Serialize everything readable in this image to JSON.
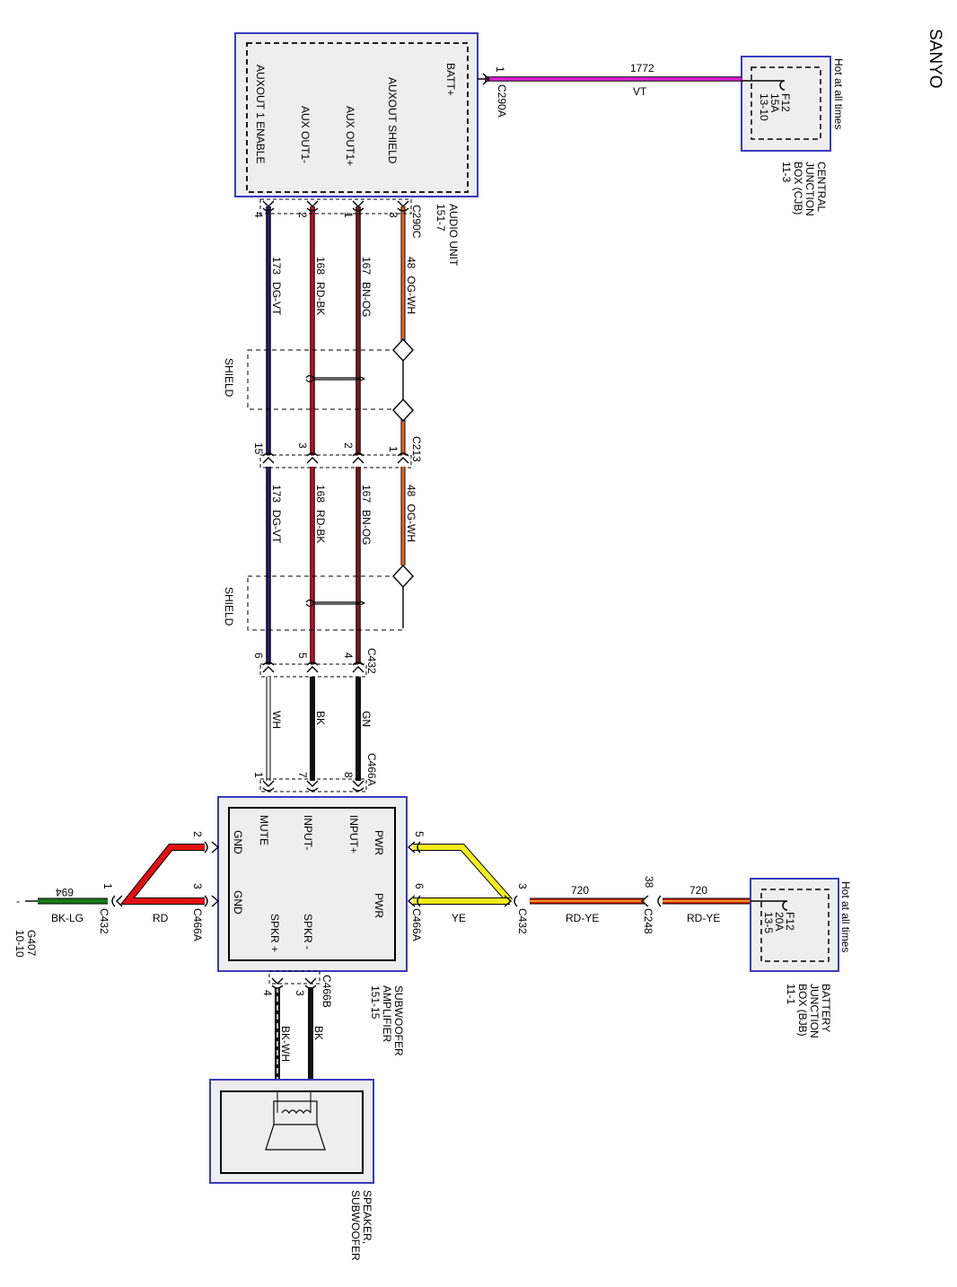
{
  "title": "SANYO",
  "colors": {
    "VT": "#e020d8",
    "OG-WH": "#f26a1b",
    "BN-OG": "#7a1a1a",
    "RD-BK": "#c0101e",
    "DG-VT": "#2a1a6a",
    "BK": "#111111",
    "WH": "#f4f4f4",
    "GN": "#111111",
    "RD": "#e41010",
    "YE": "#f2ee18",
    "RD-YE": "#d42010",
    "BK-LG": "#1a7a1a",
    "frame": "#3a3ac0"
  },
  "components": {
    "audio_unit": {
      "name": "AUDIO UNIT",
      "ref": "151-7",
      "pins": [
        "BATT+",
        "AUXOUT SHIELD",
        "AUX OUT1+",
        "AUX OUT1-",
        "AUXOUT 1 ENABLE"
      ]
    },
    "cjb": {
      "name1": "CENTRAL",
      "name2": "JUNCTION",
      "name3": "BOX (CJB)",
      "ref": "11-3",
      "hot": "Hot at all times",
      "fuse": "F12",
      "amp": "15A",
      "loc": "13-10"
    },
    "bjb": {
      "name1": "BATTERY",
      "name2": "JUNCTION",
      "name3": "BOX (BJB)",
      "ref": "11-1",
      "hot": "Hot at all times",
      "fuse": "F12",
      "amp": "20A",
      "loc": "13-5"
    },
    "amp": {
      "name1": "SUBWOOFER",
      "name2": "AMPLIFIER",
      "ref": "151-15",
      "pins": [
        "PWR",
        "PWR",
        "INPUT+",
        "INPUT-",
        "MUTE",
        "GND",
        "GND",
        "SPKR -",
        "SPKR +"
      ]
    },
    "speaker": {
      "name1": "SPEAKER,",
      "name2": "SUBWOOFER"
    },
    "ground": {
      "name": "G407",
      "ref": "10-10"
    }
  },
  "connectors": {
    "c290a": "C290A",
    "c290c": "C290C",
    "c213": "C213",
    "c432": "C432",
    "c466a": "C466A",
    "c466b": "C466B",
    "c248": "C248"
  },
  "pins": {
    "p1": "1",
    "p2": "2",
    "p3": "3",
    "p4": "4",
    "p5": "5",
    "p6": "6",
    "p7": "7",
    "p8": "8",
    "p15": "15",
    "p38": "38"
  },
  "shield_label": "SHIELD",
  "wires": {
    "w1772": {
      "circuit": "1772",
      "color": "VT"
    },
    "w48": {
      "circuit": "48",
      "color": "OG-WH"
    },
    "w167": {
      "circuit": "167",
      "color": "BN-OG"
    },
    "w168": {
      "circuit": "168",
      "color": "RD-BK"
    },
    "w173": {
      "circuit": "173",
      "color": "DG-VT"
    },
    "wGN": {
      "color": "GN"
    },
    "wBK": {
      "color": "BK"
    },
    "wWH": {
      "color": "WH"
    },
    "w720a": {
      "circuit": "720",
      "color": "RD-YE"
    },
    "w720b": {
      "circuit": "720",
      "color": "RD-YE"
    },
    "wYE": {
      "color": "YE"
    },
    "wRD": {
      "color": "RD"
    },
    "w694": {
      "circuit": "694",
      "color": "BK-LG"
    },
    "wSpkBK": {
      "color": "BK"
    },
    "wSpkBKWH": {
      "color": "BK-WH"
    }
  }
}
